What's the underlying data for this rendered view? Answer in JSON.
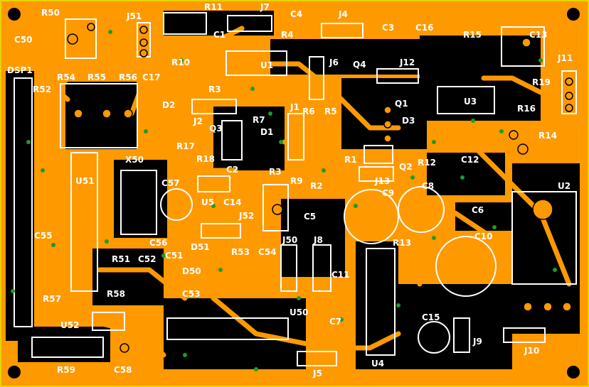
{
  "labels": {
    "R50": "R50",
    "C50": "C50",
    "J51": "J51",
    "R11": "R11",
    "J7": "J7",
    "C4": "C4",
    "J4": "J4",
    "C3": "C3",
    "C16": "C16",
    "R15": "R15",
    "C13": "C13",
    "J11": "J11",
    "C1": "C1",
    "R4": "R4",
    "R10": "R10",
    "U1": "U1",
    "J6": "J6",
    "Q4": "Q4",
    "J12": "J12",
    "DSP1": "DSP1",
    "R54": "R54",
    "R55": "R55",
    "R56": "R56",
    "C17": "C17",
    "R52": "R52",
    "R19": "R19",
    "U3": "U3",
    "R16": "R16",
    "R3a": "R3",
    "D2": "D2",
    "Q1": "Q1",
    "J2": "J2",
    "J1": "J1",
    "R6": "R6",
    "R5": "R5",
    "D3": "D3",
    "Q3": "Q3",
    "R7": "R7",
    "D1": "D1",
    "R14": "R14",
    "R17": "R17",
    "X50": "X50",
    "R18": "R18",
    "R1": "R1",
    "R12": "R12",
    "C12": "C12",
    "C2": "C2",
    "R3b": "R3",
    "Q2": "Q2",
    "U51": "U51",
    "C57": "C57",
    "R9": "R9",
    "J13": "J13",
    "C9": "C9",
    "C8": "C8",
    "U2": "U2",
    "U5": "U5",
    "C14": "C14",
    "R2": "R2",
    "J52": "J52",
    "C5": "C5",
    "C6": "C6",
    "C55": "C55",
    "C56": "C56",
    "J50": "J50",
    "J8": "J8",
    "C10": "C10",
    "D51": "D51",
    "R53": "R53",
    "C54": "C54",
    "R13": "R13",
    "R51": "R51",
    "C52": "C52",
    "C51": "C51",
    "D50": "D50",
    "C11": "C11",
    "C53": "C53",
    "R57": "R57",
    "R58": "R58",
    "U50": "U50",
    "C7": "C7",
    "C15": "C15",
    "U52": "U52",
    "J9": "J9",
    "J10": "J10",
    "R59": "R59",
    "C58": "C58",
    "J5": "J5",
    "U4": "U4"
  },
  "colors": {
    "copper": "#ff9900",
    "substrate": "#000000",
    "silkscreen": "#ffffff",
    "via": "#1c9a2a",
    "border": "#e6d400"
  }
}
